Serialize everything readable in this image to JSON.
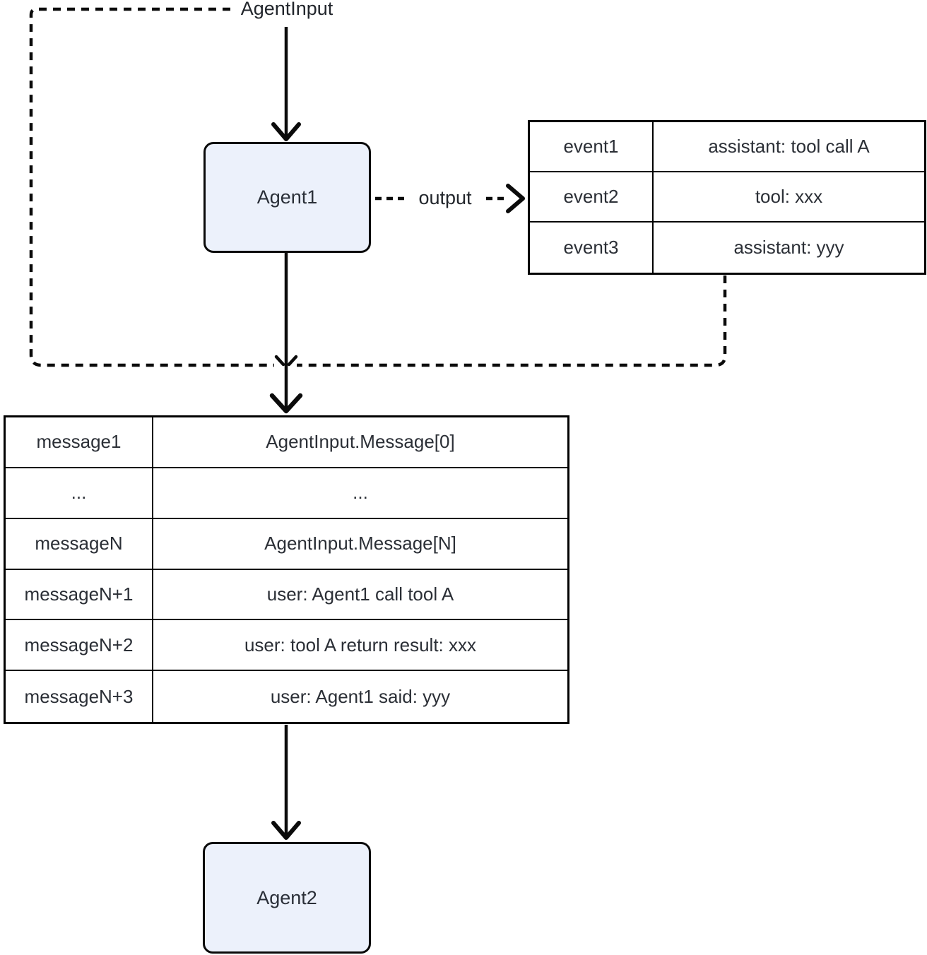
{
  "labels": {
    "agent_input": "AgentInput",
    "output": "output"
  },
  "nodes": {
    "agent1": "Agent1",
    "agent2": "Agent2"
  },
  "event_table": {
    "rows": [
      {
        "key": "event1",
        "value": "assistant: tool call A"
      },
      {
        "key": "event2",
        "value": "tool: xxx"
      },
      {
        "key": "event3",
        "value": "assistant: yyy"
      }
    ]
  },
  "message_table": {
    "rows": [
      {
        "key": "message1",
        "value": "AgentInput.Message[0]"
      },
      {
        "key": "...",
        "value": "..."
      },
      {
        "key": "messageN",
        "value": "AgentInput.Message[N]"
      },
      {
        "key": "messageN+1",
        "value": "user: Agent1 call tool A"
      },
      {
        "key": "messageN+2",
        "value": "user: tool A return result: xxx"
      },
      {
        "key": "messageN+3",
        "value": "user: Agent1 said: yyy"
      }
    ]
  },
  "colors": {
    "stroke": "#0b0b0b",
    "node_fill": "#ecf1fb",
    "node_border": "#0a0a0a",
    "text": "#2b2f36",
    "background": "#ffffff"
  }
}
